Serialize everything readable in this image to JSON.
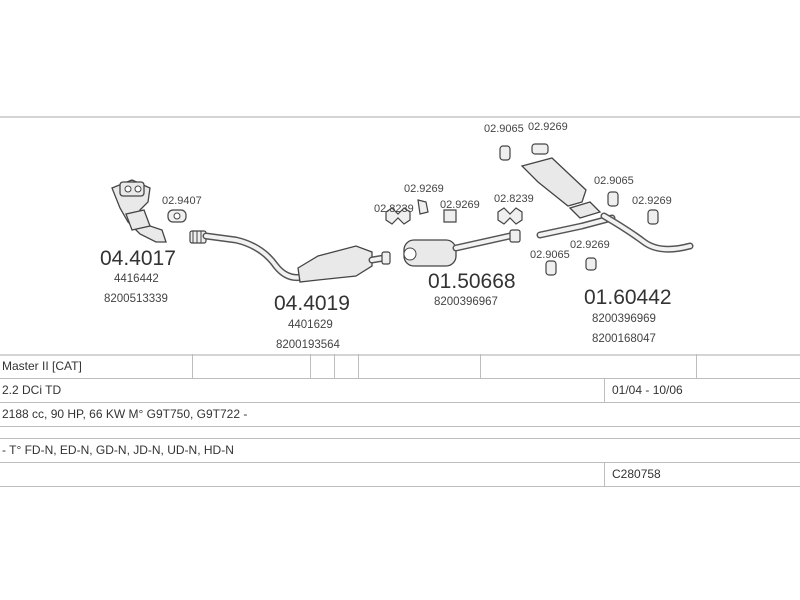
{
  "parts": {
    "manifold_cat": {
      "code": "04.4017",
      "refs": [
        "4416442",
        "8200513339"
      ],
      "clamp": "02.9407"
    },
    "front_pipe_cat": {
      "code": "04.4019",
      "refs": [
        "4401629",
        "8200193564"
      ]
    },
    "middle_silencer": {
      "code": "01.50668",
      "refs": [
        "8200396967"
      ],
      "hardware": [
        "02.9269",
        "02.8239",
        "02.9269",
        "02.8239"
      ]
    },
    "rear_silencer": {
      "code": "01.60442",
      "refs": [
        "8200396969",
        "8200168047"
      ],
      "hardware": [
        "02.9065",
        "02.9269",
        "02.9065",
        "02.9269",
        "02.9065",
        "02.9269"
      ]
    }
  },
  "specs": {
    "model": "Master II [CAT]",
    "engine": "2.2 DCi TD",
    "dates": "01/04 - 10/06",
    "details": "2188 cc, 90 HP, 66 KW M° G9T750, G9T722 -",
    "types": "- T° FD-N, ED-N, GD-N, JD-N, UD-N, HD-N",
    "catalog_no": "C280758"
  }
}
